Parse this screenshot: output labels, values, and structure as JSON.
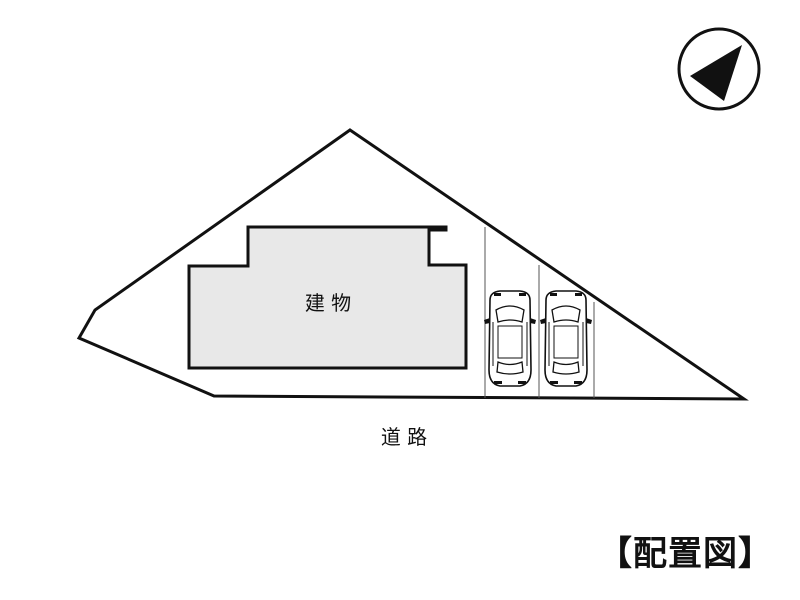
{
  "title": "【配置図】",
  "labels": {
    "building": "建 物",
    "road": "道 路"
  },
  "icons": {
    "north": "north-arrow-icon",
    "car": "car-top-view-icon"
  },
  "colors": {
    "line": "#111111",
    "building_fill": "#e8e8e8",
    "background": "#ffffff"
  },
  "parking": {
    "spaces": 2
  }
}
